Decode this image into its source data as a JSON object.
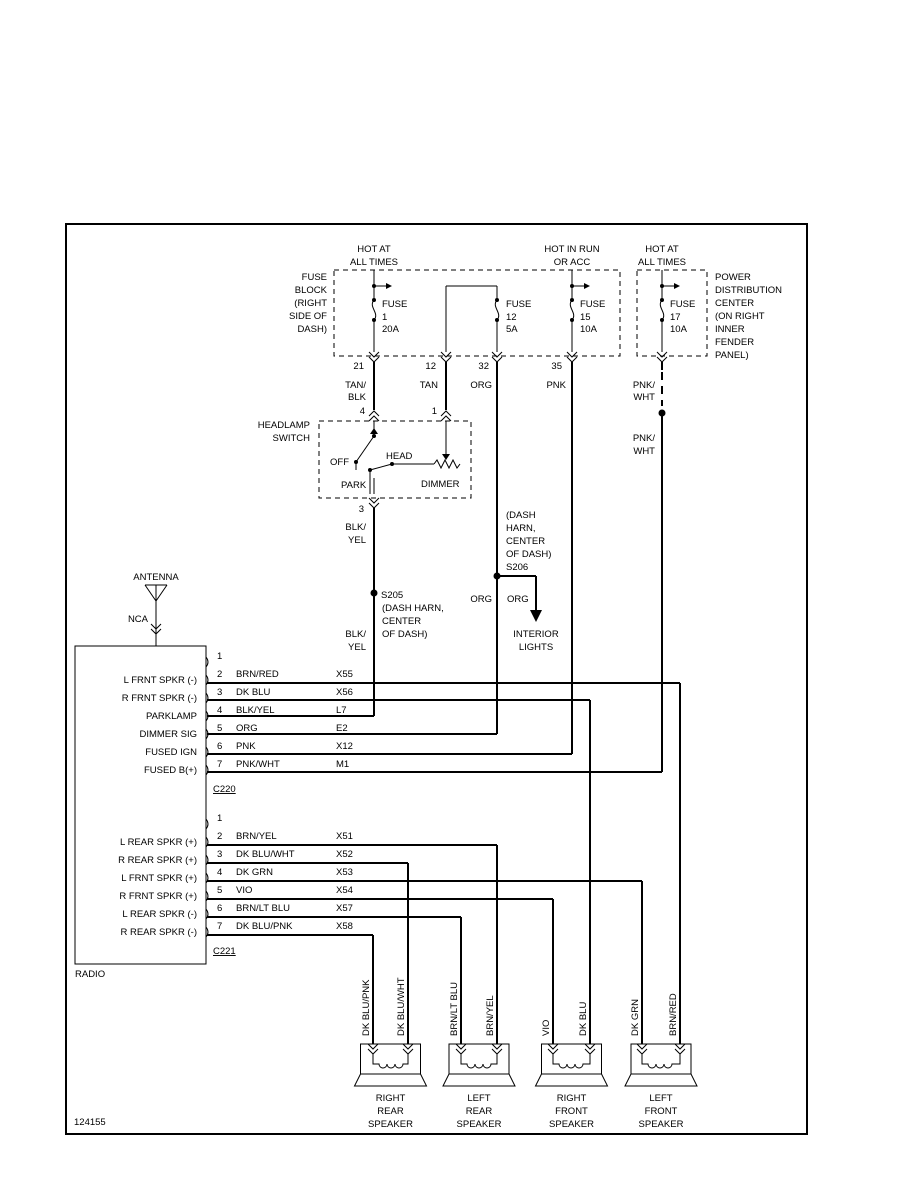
{
  "diagram_id": "124155",
  "power": {
    "hot_all_1": "HOT AT",
    "hot_all_2": "ALL TIMES",
    "hot_run_1": "HOT IN RUN",
    "hot_run_2": "OR ACC",
    "hot_all_b1": "HOT AT",
    "hot_all_b2": "ALL TIMES"
  },
  "fuse_block": {
    "label": [
      "FUSE",
      "BLOCK",
      "(RIGHT",
      "SIDE OF",
      "DASH)"
    ],
    "fuses": [
      {
        "name": "FUSE",
        "num": "1",
        "amp": "20A",
        "pin": "21",
        "wire": [
          "TAN/",
          "BLK"
        ]
      },
      {
        "name": "FUSE",
        "num": "12",
        "amp": "5A",
        "pin_left": "12",
        "pin_right": "32",
        "wire_left": "TAN",
        "wire_right": "ORG"
      },
      {
        "name": "FUSE",
        "num": "15",
        "amp": "10A",
        "pin": "35",
        "wire": "PNK"
      }
    ]
  },
  "pdc": {
    "label": [
      "POWER",
      "DISTRIBUTION",
      "CENTER",
      "(ON RIGHT",
      "INNER",
      "FENDER",
      "PANEL)"
    ],
    "fuse": {
      "name": "FUSE",
      "num": "17",
      "amp": "10A"
    },
    "wire_top": [
      "PNK/",
      "WHT"
    ],
    "wire_bottom": [
      "PNK/",
      "WHT"
    ]
  },
  "headlamp_switch": {
    "label": [
      "HEADLAMP",
      "SWITCH"
    ],
    "pin_left": "4",
    "pin_right": "1",
    "pin_bottom": "3",
    "off": "OFF",
    "head": "HEAD",
    "park": "PARK",
    "dimmer": "DIMMER",
    "wire_out": [
      "BLK/",
      "YEL"
    ]
  },
  "splices": {
    "s206": {
      "note": [
        "(DASH",
        "HARN,",
        "CENTER",
        "OF DASH)"
      ],
      "id": "S206",
      "left_wire": "ORG",
      "right_wire": "ORG"
    },
    "interior": [
      "INTERIOR",
      "LIGHTS"
    ],
    "s205": {
      "id": "S205",
      "note": [
        "(DASH HARN,",
        "CENTER",
        "OF DASH)"
      ],
      "wire": [
        "BLK/",
        "YEL"
      ]
    }
  },
  "antenna": {
    "label": "ANTENNA",
    "nca": "NCA"
  },
  "radio": {
    "label": "RADIO",
    "c220": {
      "name": "C220",
      "pins": [
        {
          "pin": "1",
          "func": "",
          "color": "",
          "circuit": ""
        },
        {
          "pin": "2",
          "func": "L FRNT SPKR (-)",
          "color": "BRN/RED",
          "circuit": "X55"
        },
        {
          "pin": "3",
          "func": "R FRNT SPKR (-)",
          "color": "DK BLU",
          "circuit": "X56"
        },
        {
          "pin": "4",
          "func": "PARKLAMP",
          "color": "BLK/YEL",
          "circuit": "L7"
        },
        {
          "pin": "5",
          "func": "DIMMER SIG",
          "color": "ORG",
          "circuit": "E2"
        },
        {
          "pin": "6",
          "func": "FUSED IGN",
          "color": "PNK",
          "circuit": "X12"
        },
        {
          "pin": "7",
          "func": "FUSED B(+)",
          "color": "PNK/WHT",
          "circuit": "M1"
        }
      ]
    },
    "c221": {
      "name": "C221",
      "pins": [
        {
          "pin": "1",
          "func": "",
          "color": "",
          "circuit": ""
        },
        {
          "pin": "2",
          "func": "L REAR SPKR (+)",
          "color": "BRN/YEL",
          "circuit": "X51"
        },
        {
          "pin": "3",
          "func": "R REAR SPKR (+)",
          "color": "DK BLU/WHT",
          "circuit": "X52"
        },
        {
          "pin": "4",
          "func": "L FRNT SPKR (+)",
          "color": "DK GRN",
          "circuit": "X53"
        },
        {
          "pin": "5",
          "func": "R FRNT SPKR (+)",
          "color": "VIO",
          "circuit": "X54"
        },
        {
          "pin": "6",
          "func": "L REAR SPKR (-)",
          "color": "BRN/LT BLU",
          "circuit": "X57"
        },
        {
          "pin": "7",
          "func": "R REAR SPKR (-)",
          "color": "DK BLU/PNK",
          "circuit": "X58"
        }
      ]
    }
  },
  "speakers": [
    {
      "label": [
        "RIGHT",
        "REAR",
        "SPEAKER"
      ],
      "wires": [
        "DK BLU/PNK",
        "DK BLU/WHT"
      ]
    },
    {
      "label": [
        "LEFT",
        "REAR",
        "SPEAKER"
      ],
      "wires": [
        "BRN/LT BLU",
        "BRN/YEL"
      ]
    },
    {
      "label": [
        "RIGHT",
        "FRONT",
        "SPEAKER"
      ],
      "wires": [
        "VIO",
        "DK BLU"
      ]
    },
    {
      "label": [
        "LEFT",
        "FRONT",
        "SPEAKER"
      ],
      "wires": [
        "DK GRN",
        "BRN/RED"
      ]
    }
  ]
}
